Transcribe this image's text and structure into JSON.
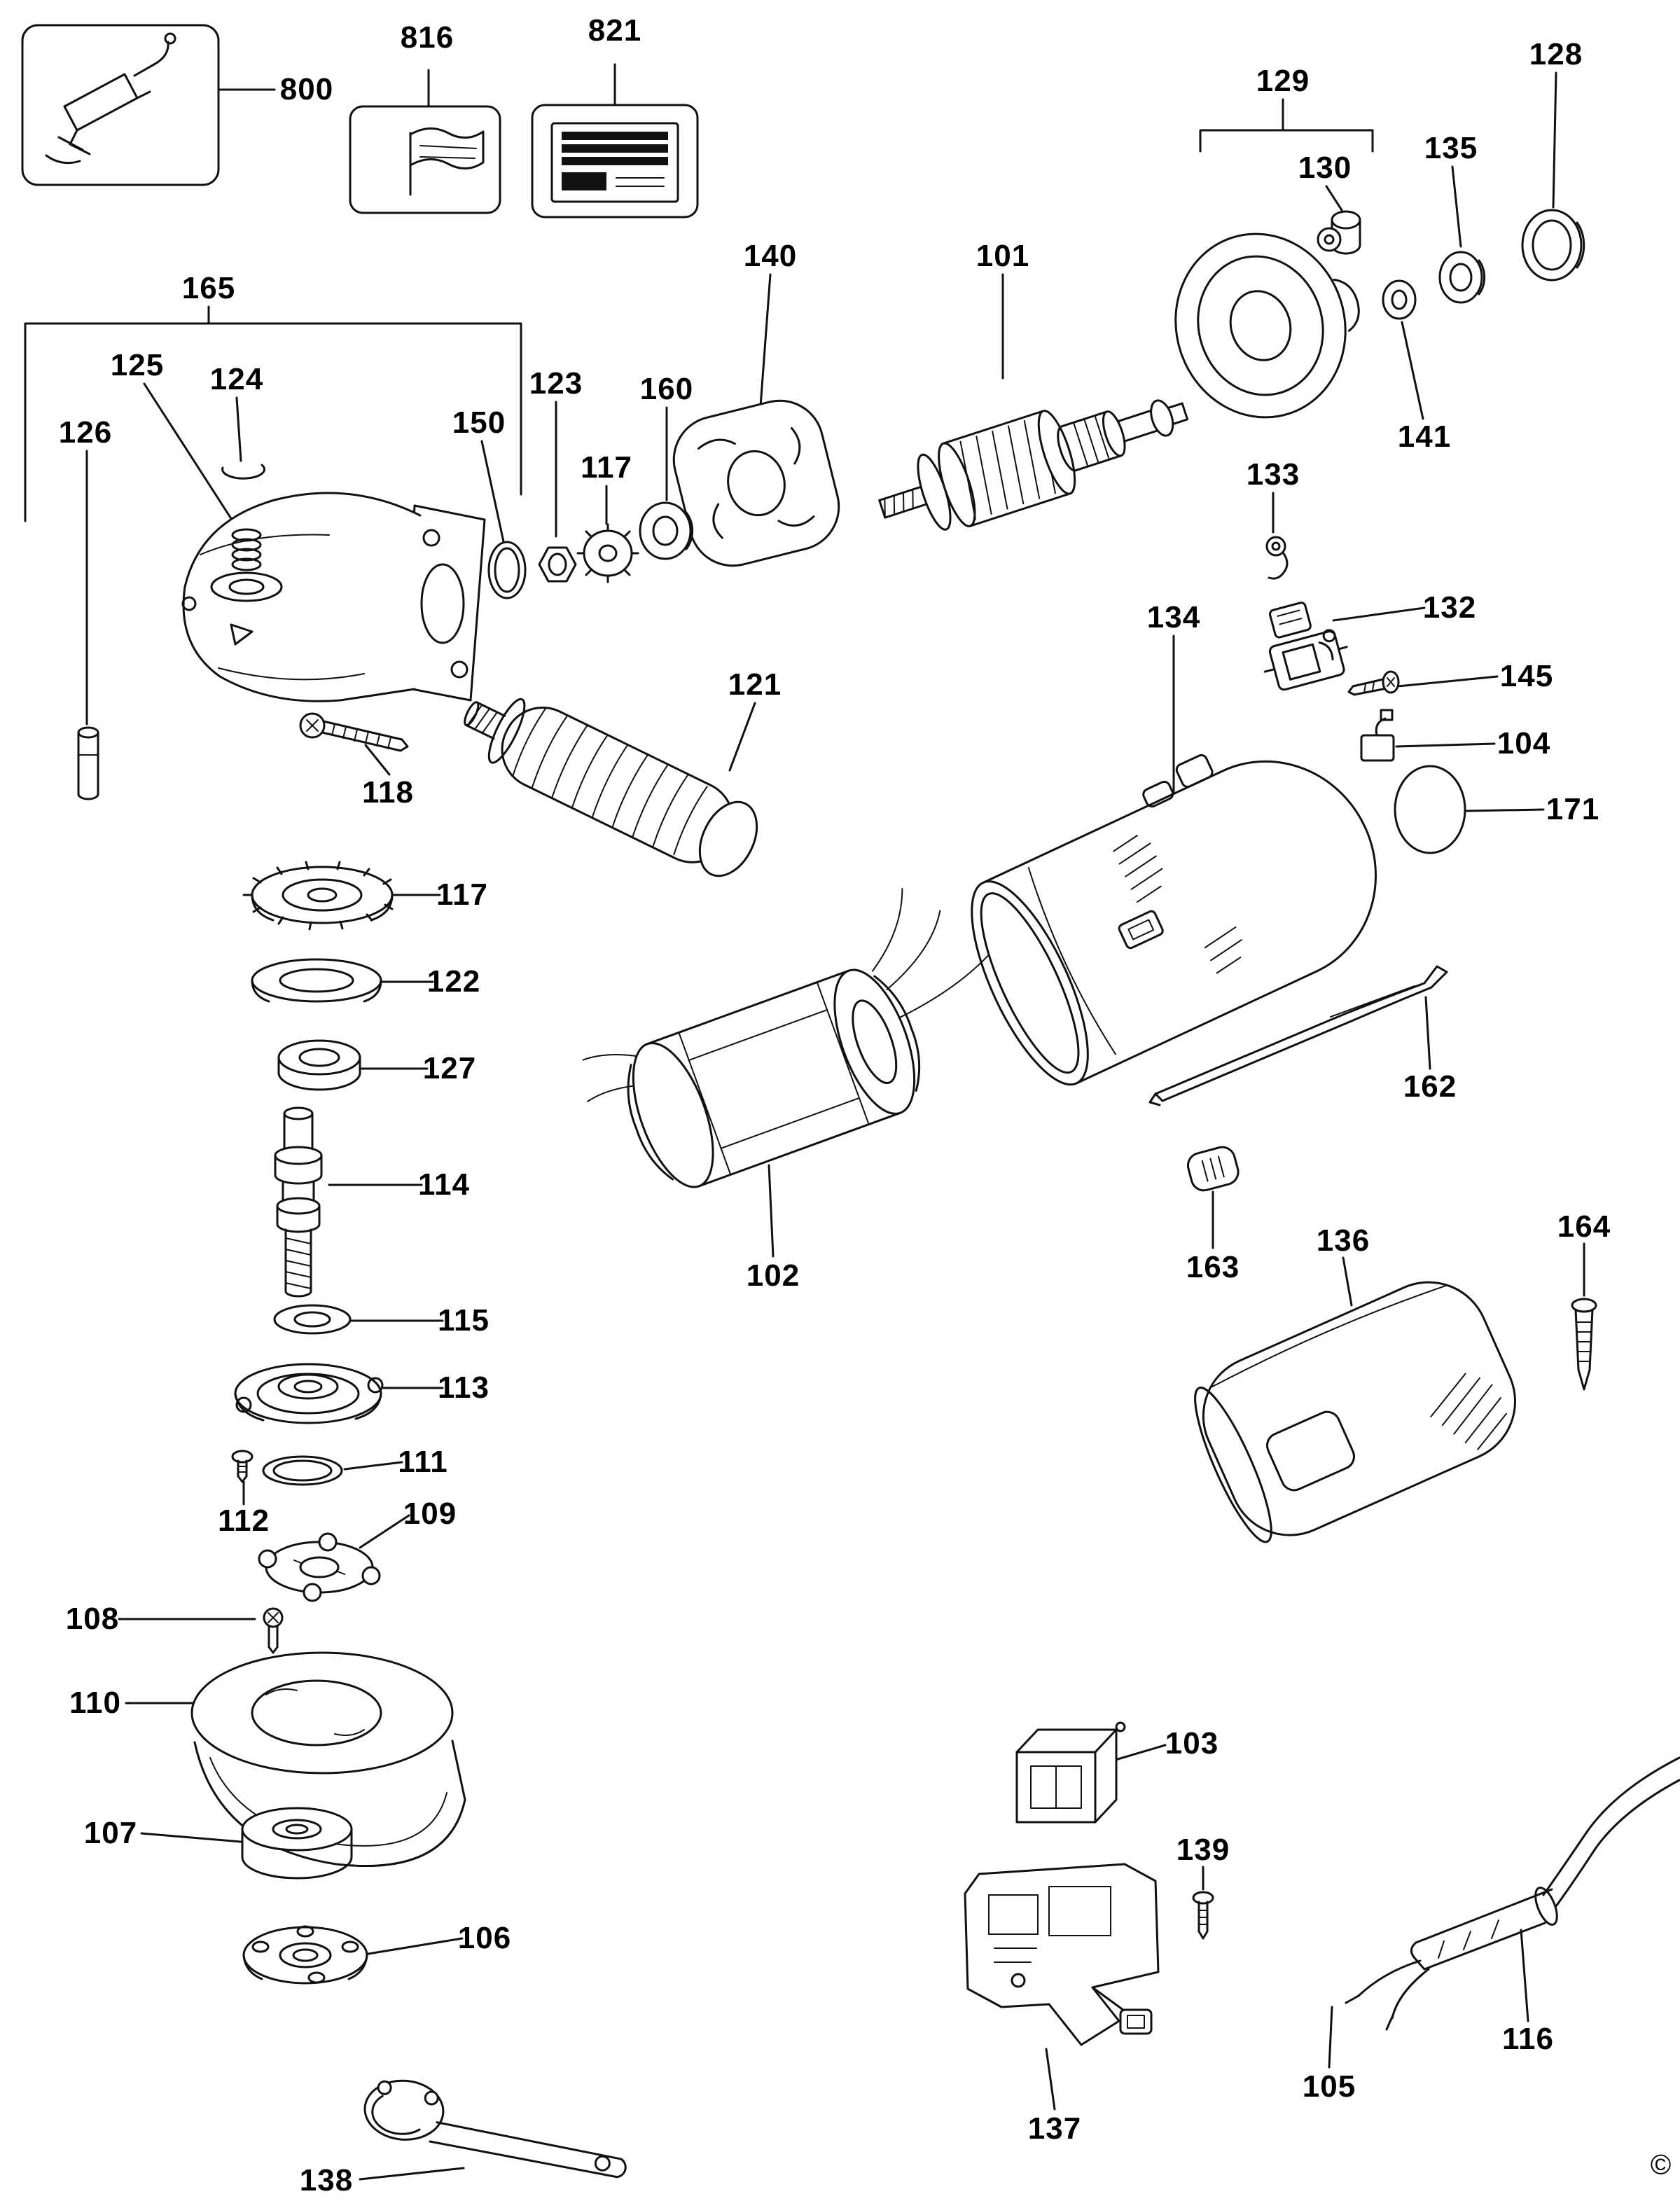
{
  "page": {
    "background": "#ffffff",
    "line_color": "#111111",
    "copyright_mark": "©"
  },
  "diagram": {
    "type": "exploded-parts-diagram",
    "subject": "angle-grinder",
    "icons": {
      "box_800": "grease-gun-icon",
      "box_816": "flag-icon",
      "box_821": "nameplate-label-icon"
    },
    "labels": {
      "800": "800",
      "816": "816",
      "821": "821",
      "101": "101",
      "102": "102",
      "103": "103",
      "104": "104",
      "105": "105",
      "106": "106",
      "107": "107",
      "108": "108",
      "109": "109",
      "110": "110",
      "111": "111",
      "112": "112",
      "113": "113",
      "114": "114",
      "115": "115",
      "116": "116",
      "117": "117",
      "118": "118",
      "121": "121",
      "122": "122",
      "123": "123",
      "124": "124",
      "125": "125",
      "126": "126",
      "127": "127",
      "128": "128",
      "129": "129",
      "130": "130",
      "132": "132",
      "133": "133",
      "134": "134",
      "135": "135",
      "136": "136",
      "137": "137",
      "138": "138",
      "139": "139",
      "140": "140",
      "141": "141",
      "145": "145",
      "150": "150",
      "160": "160",
      "162": "162",
      "163": "163",
      "164": "164",
      "165": "165",
      "171": "171"
    }
  }
}
